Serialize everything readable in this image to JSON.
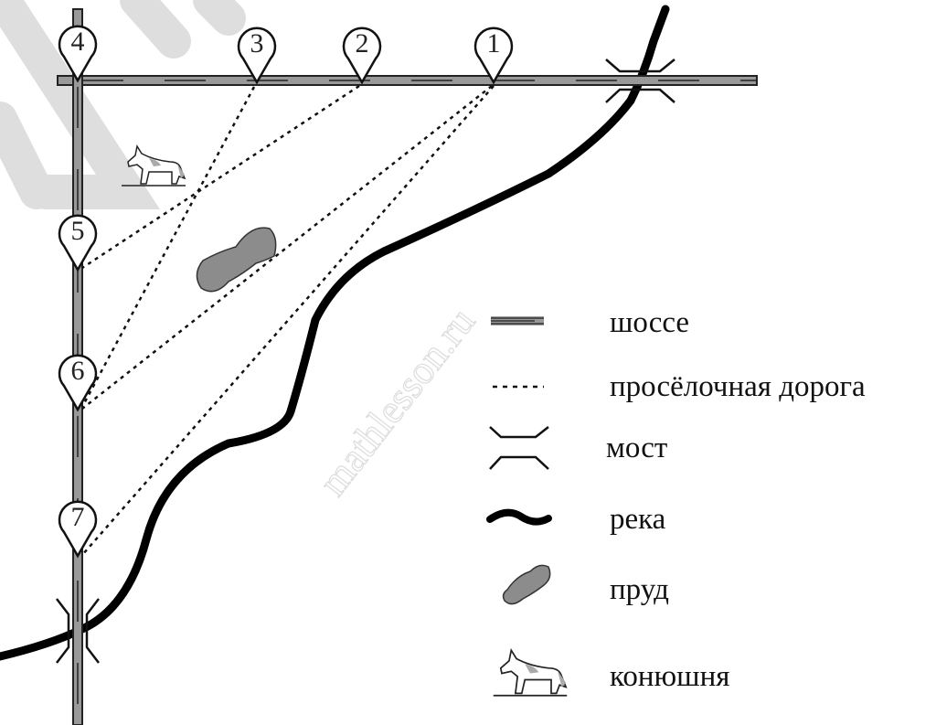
{
  "watermark": "mathlesson.ru",
  "pins": [
    "1",
    "2",
    "3",
    "4",
    "5",
    "6",
    "7"
  ],
  "legend": {
    "highway": "шоссе",
    "dirt_road": "просёлочная дорога",
    "bridge": "мост",
    "river": "река",
    "pond": "пруд",
    "stable": "конюшня"
  },
  "colors": {
    "road": "#999999",
    "pond": "#8c8c8c",
    "river": "#000000",
    "watermark_stripes": "#dcdcdc"
  }
}
